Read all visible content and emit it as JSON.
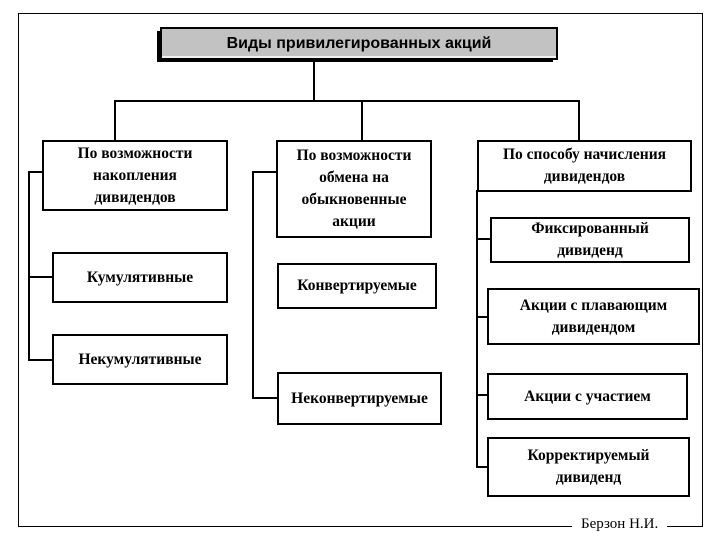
{
  "diagram": {
    "title": "Виды привилегированных акций",
    "attribution": "Берзон Н.И.",
    "colors": {
      "title_box_background": "#c2c2c2",
      "line": "#000000",
      "box_background": "#ffffff",
      "text": "#000000"
    },
    "branches": [
      {
        "header": "По возможности\nнакопления\nдивидендов",
        "children": [
          "Кумулятивные",
          "Некумулятивные"
        ]
      },
      {
        "header": "По возможности\nобмена на\nобыкновенные\nакции",
        "children": [
          "Конвертируемые",
          "Неконвертируемые"
        ]
      },
      {
        "header": "По способу начисления\nдивидендов",
        "children": [
          "Фиксированный\nдивиденд",
          "Акции с плавающим\nдивидендом",
          "Акции с участием",
          "Корректируемый\nдивиденд"
        ]
      }
    ]
  }
}
